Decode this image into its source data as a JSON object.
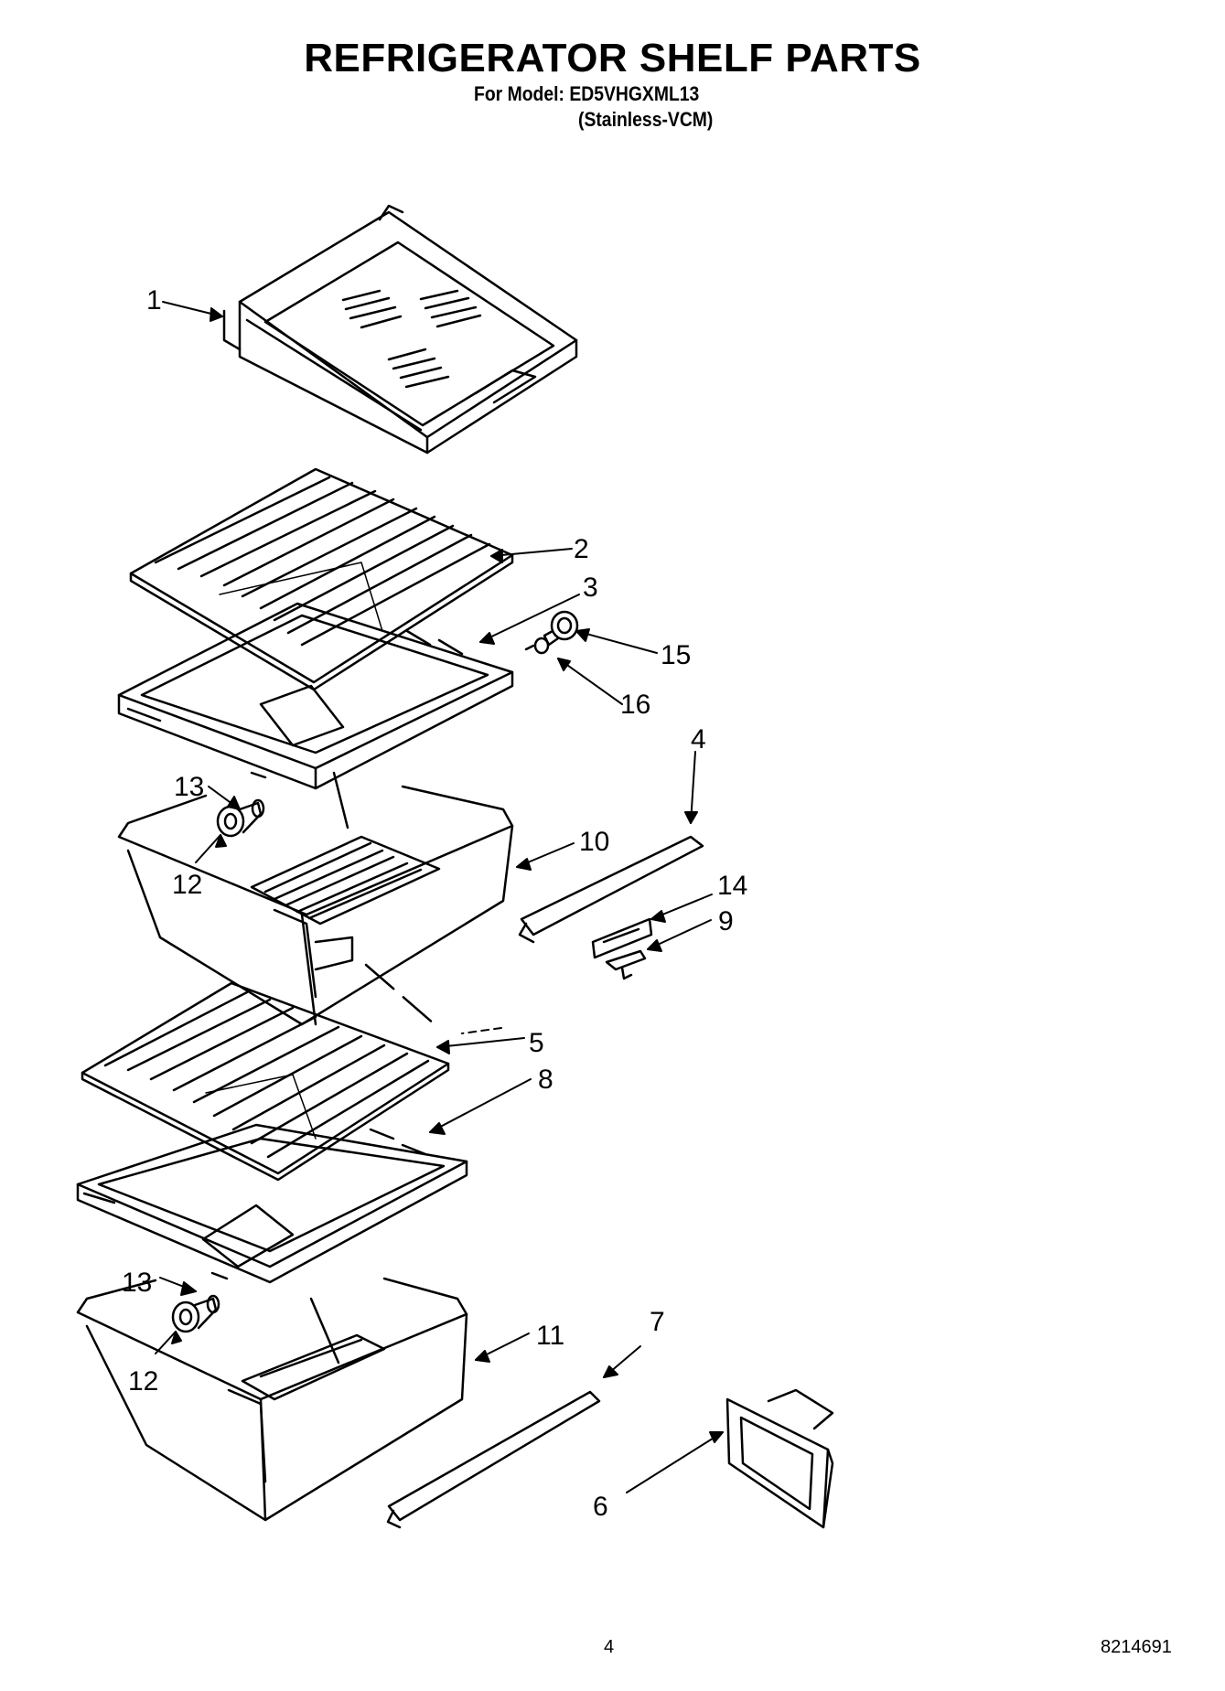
{
  "header": {
    "title": "REFRIGERATOR SHELF PARTS",
    "model_line": "For Model: ED5VHGXML13",
    "variant_line": "(Stainless-VCM)"
  },
  "callouts": [
    "1",
    "2",
    "3",
    "15",
    "16",
    "4",
    "13",
    "10",
    "12",
    "14",
    "9",
    "5",
    "8",
    "13",
    "11",
    "7",
    "12",
    "6"
  ],
  "footer": {
    "page_number": "4",
    "document_number": "8214691"
  }
}
